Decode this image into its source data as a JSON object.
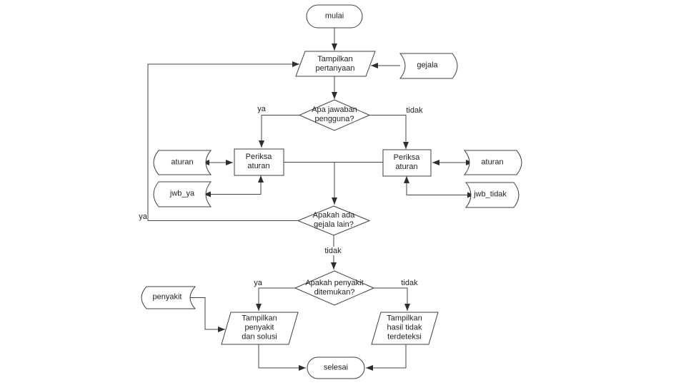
{
  "nodes": {
    "mulai": {
      "type": "terminator",
      "label": "mulai"
    },
    "tampilkan_pertanyaan": {
      "type": "input-output",
      "lines": [
        "Tampilkan",
        "pertanyaan"
      ]
    },
    "gejala": {
      "type": "stored-data",
      "label": "gejala"
    },
    "apa_jawaban_pengguna": {
      "type": "decision",
      "lines": [
        "Apa jawaban",
        "pengguna?"
      ]
    },
    "periksa_aturan_kiri": {
      "type": "process",
      "lines": [
        "Periksa",
        "aturan"
      ]
    },
    "periksa_aturan_kanan": {
      "type": "process",
      "lines": [
        "Periksa",
        "aturan"
      ]
    },
    "aturan_kiri": {
      "type": "stored-data",
      "label": "aturan"
    },
    "jwb_ya": {
      "type": "stored-data",
      "label": "jwb_ya"
    },
    "aturan_kanan": {
      "type": "stored-data",
      "label": "aturan"
    },
    "jwb_tidak": {
      "type": "stored-data",
      "label": "jwb_tidak"
    },
    "apakah_ada_gejala_lain": {
      "type": "decision",
      "lines": [
        "Apakah ada",
        "gejala lain?"
      ]
    },
    "apakah_penyakit_ditemukan": {
      "type": "decision",
      "lines": [
        "Apakah penyakit",
        "ditemukan?"
      ]
    },
    "penyakit": {
      "type": "stored-data",
      "label": "penyakit"
    },
    "tampilkan_penyakit_dan_solusi": {
      "type": "input-output",
      "lines": [
        "Tampilkan",
        "penyakit",
        "dan solusi"
      ]
    },
    "tampilkan_hasil_tidak_terdeteksi": {
      "type": "input-output",
      "lines": [
        "Tampilkan",
        "hasil tidak",
        "terdeteksi"
      ]
    },
    "selesai": {
      "type": "terminator",
      "label": "selesai"
    }
  },
  "edge_labels": {
    "jawaban_ya": "ya",
    "jawaban_tidak": "tidak",
    "gejala_lain_ya": "ya",
    "gejala_lain_tidak": "tidak",
    "penyakit_ya": "ya",
    "penyakit_tidak": "tidak"
  },
  "colors": {
    "line": "#454545",
    "shape_fill": "#ffffff",
    "text": "#1e1e1e"
  }
}
